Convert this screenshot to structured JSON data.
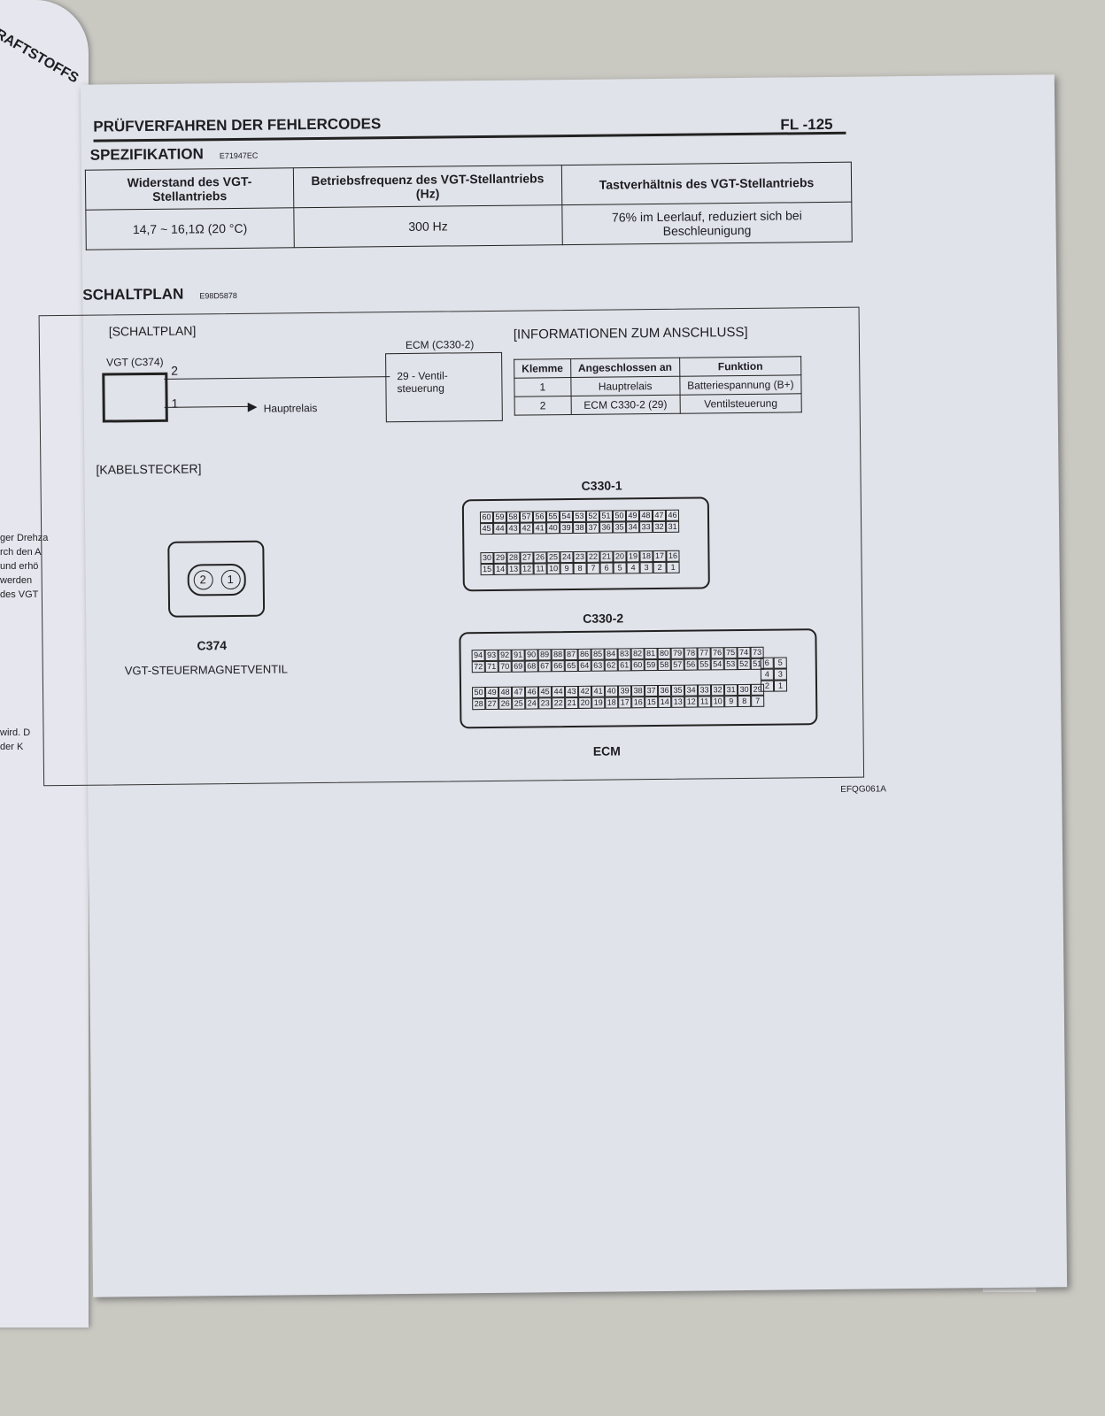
{
  "left_page": {
    "header": "RAFTSTOFFS",
    "fragments": [
      "ger Drehza",
      "rch den A",
      "und erhö",
      "werden",
      "des VGT",
      "wird. D",
      "der K"
    ]
  },
  "header": {
    "title": "PRÜFVERFAHREN DER FEHLERCODES",
    "page_number": "FL -125"
  },
  "spec": {
    "heading": "SPEZIFIKATION",
    "code": "E71947EC",
    "columns": [
      "Widerstand des VGT-Stellantriebs",
      "Betriebsfrequenz des VGT-Stellantriebs (Hz)",
      "Tastverhältnis des VGT-Stellantriebs"
    ],
    "values": [
      "14,7 ~ 16,1Ω (20 °C)",
      "300 Hz",
      "76% im Leerlauf, reduziert sich bei Beschleunigung"
    ]
  },
  "schaltplan": {
    "heading": "SCHALTPLAN",
    "code": "E98D5878",
    "section_label": "[SCHALTPLAN]",
    "vgt_label": "VGT (C374)",
    "pin2": "2",
    "pin1": "1",
    "hauptrelais": "Hauptrelais",
    "ecm_label": "ECM (C330-2)",
    "ecm_pin": "29 - Ventil-steuerung"
  },
  "info": {
    "heading": "[INFORMATIONEN ZUM ANSCHLUSS]",
    "columns": [
      "Klemme",
      "Angeschlossen an",
      "Funktion"
    ],
    "rows": [
      [
        "1",
        "Hauptrelais",
        "Batteriespannung (B+)"
      ],
      [
        "2",
        "ECM C330-2 (29)",
        "Ventilsteuerung"
      ]
    ]
  },
  "kabelstecker": {
    "heading": "[KABELSTECKER]",
    "c374_label": "C374",
    "c374_name": "VGT-STEUERMAGNETVENTIL",
    "c374_pins": [
      "2",
      "1"
    ],
    "c330_1_label": "C330-1",
    "c330_1_rows": [
      [
        60,
        46
      ],
      [
        45,
        31
      ],
      [
        30,
        16
      ],
      [
        15,
        1
      ]
    ],
    "c330_2_label": "C330-2",
    "c330_2_rows": [
      [
        94,
        73
      ],
      [
        72,
        51
      ],
      [
        50,
        29
      ],
      [
        28,
        7
      ]
    ],
    "c330_2_extra": [
      [
        "6",
        "5"
      ],
      [
        "4",
        "3"
      ],
      [
        "2",
        "1"
      ]
    ],
    "ecm_label": "ECM"
  },
  "figure_code": "EFQG061A"
}
